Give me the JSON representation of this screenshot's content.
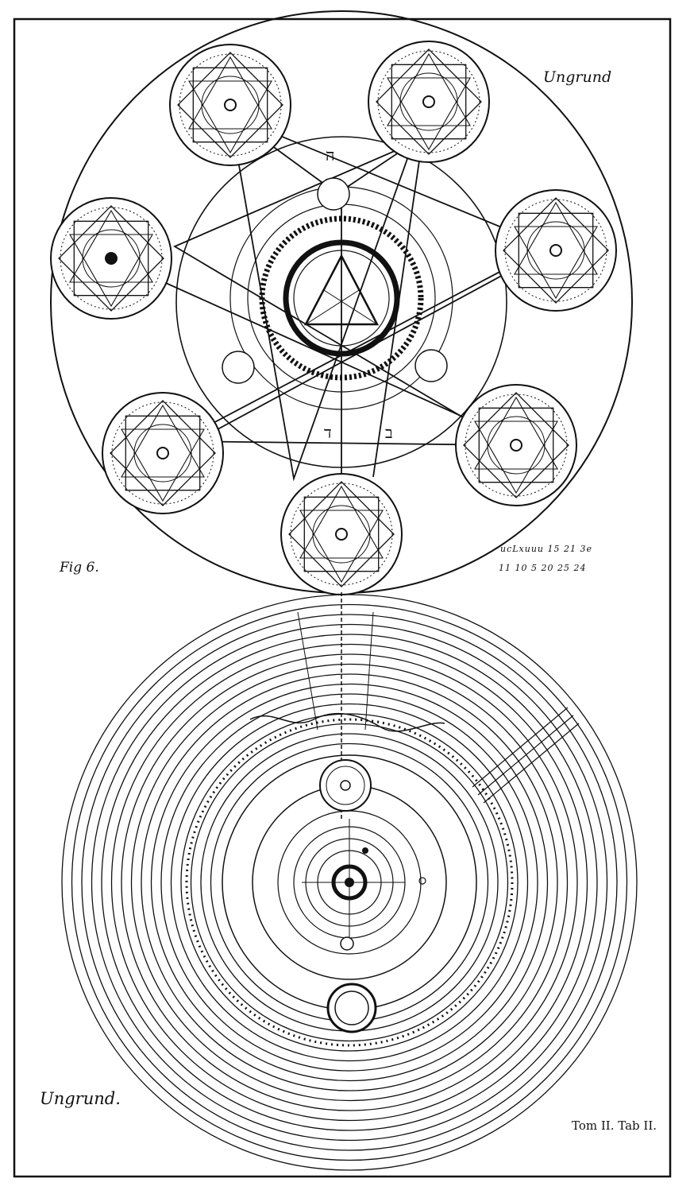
{
  "labels": {
    "title_top": "Ungrund",
    "fig": "Fig 6.",
    "numbers_line_1": "ucLxuuu 15 21 3e",
    "numbers_line_2": "11 10 5 20 25 24",
    "title_bottom": "Ungrund.",
    "plate_ref": "Tom II. Tab II."
  },
  "glyphs": {
    "top": "ה",
    "lower_left": "ד",
    "lower_right": "ב"
  },
  "figure": {
    "upper_emblem": "heptagram of seven spirit-stars around central triangle",
    "lower_emblem": "concentric spheres with planetary orbits",
    "ink_color": "#111111",
    "paper_color": "#ffffff"
  }
}
